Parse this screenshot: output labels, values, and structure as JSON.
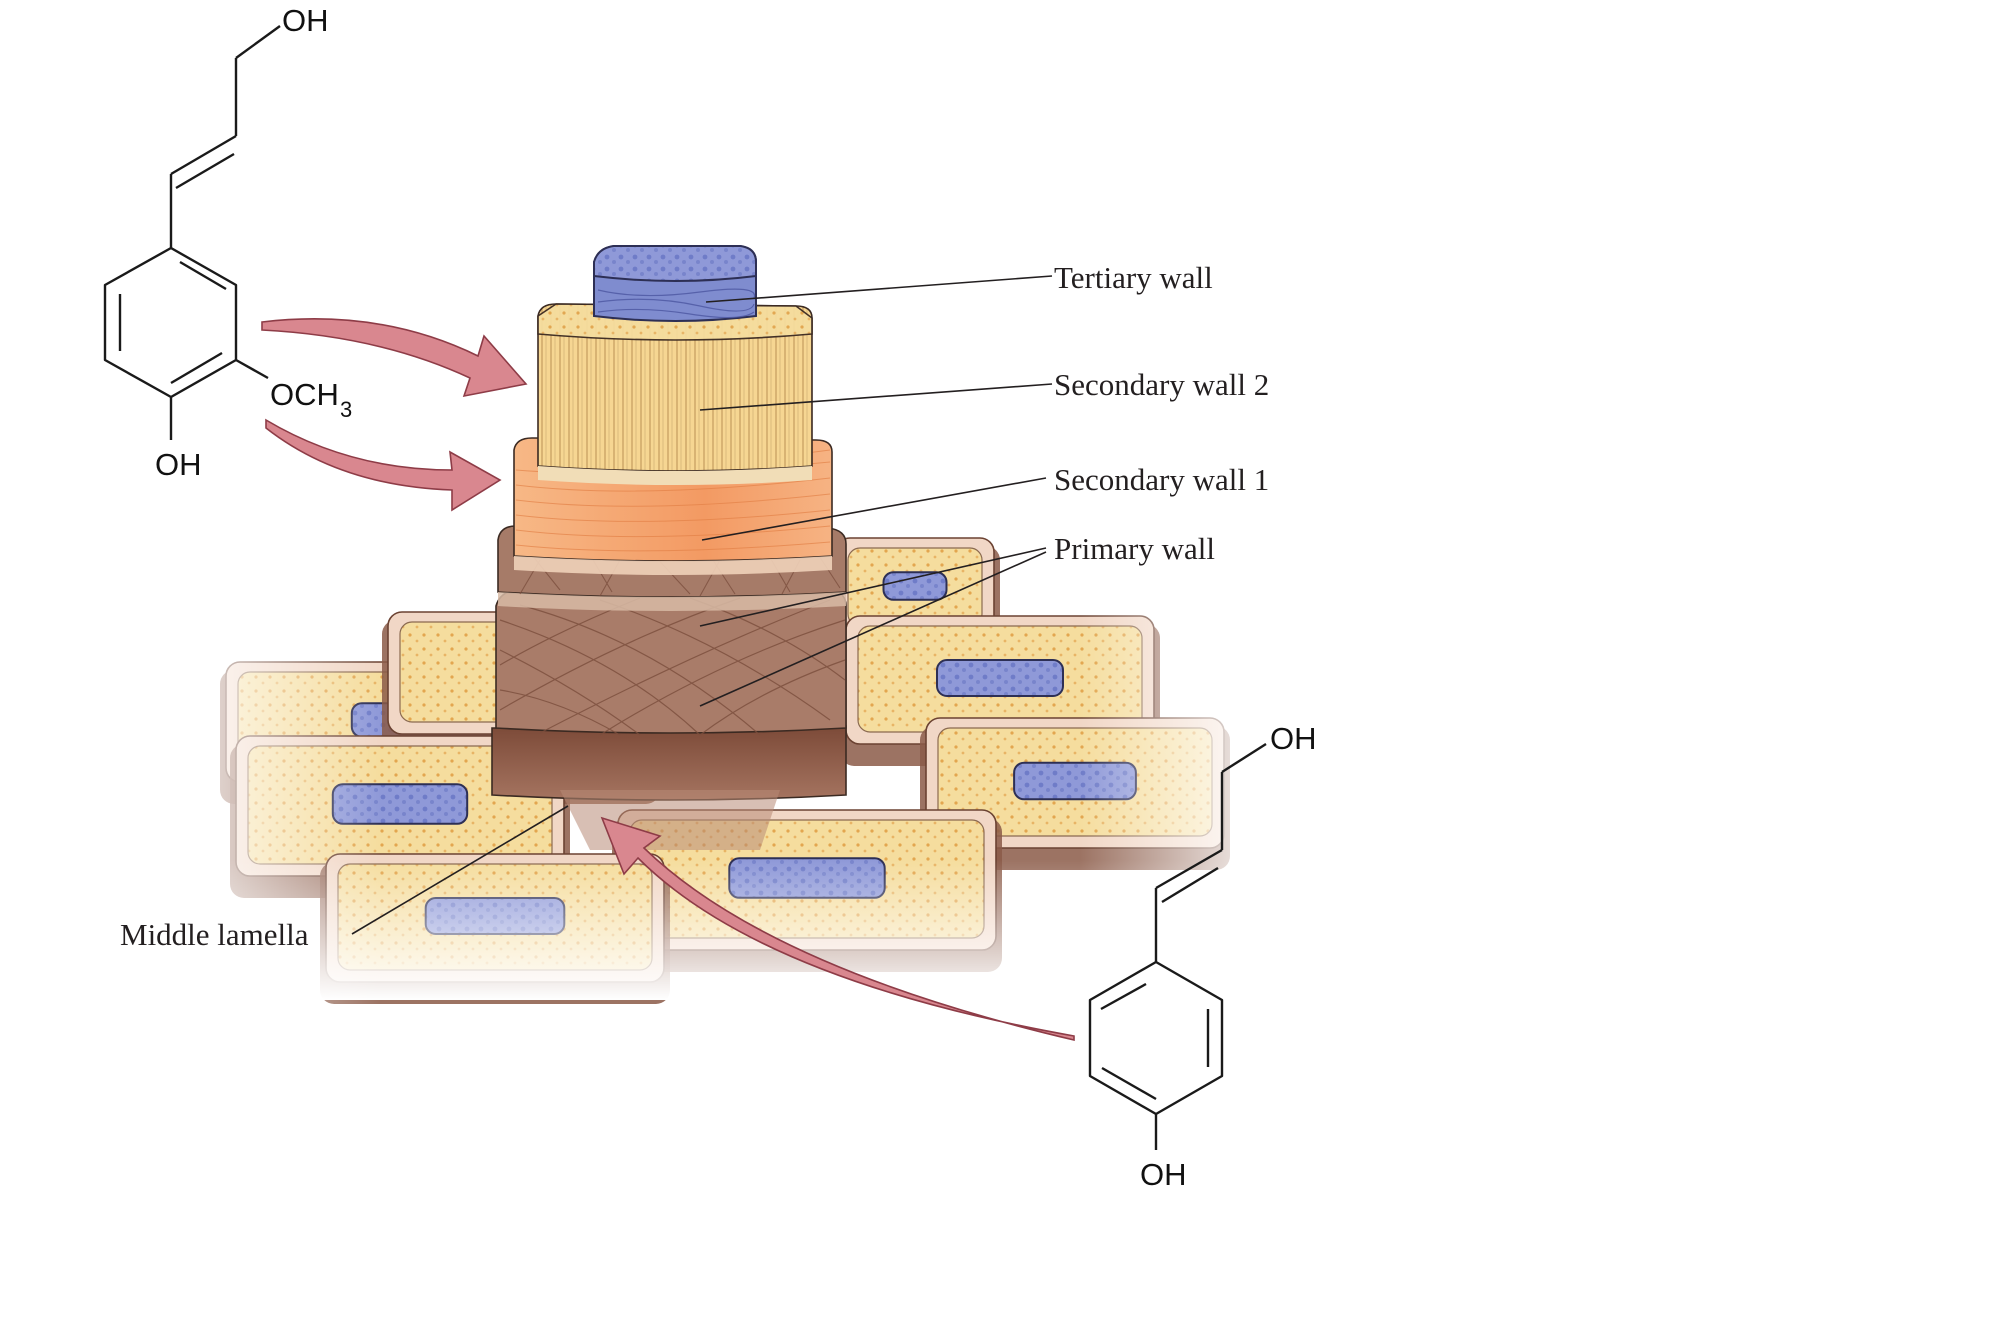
{
  "labels": {
    "tertiary_wall": "Tertiary wall",
    "secondary_wall_2": "Secondary wall 2",
    "secondary_wall_1": "Secondary wall 1",
    "primary_wall": "Primary wall",
    "middle_lamella": "Middle lamella"
  },
  "molecules": {
    "coniferyl_alcohol": {
      "hydroxyl_top": "OH",
      "methoxy_main": "OCH",
      "methoxy_subscript": "3",
      "hydroxyl_bottom": "OH"
    },
    "p_coumaryl_alcohol": {
      "hydroxyl_top": "OH",
      "hydroxyl_bottom": "OH"
    }
  },
  "colors": {
    "middle_lamella": "#8a5a48",
    "primary_wall": "#a67b68",
    "secondary_wall_1": "#f2a06a",
    "secondary_wall_2": "#f5d38f",
    "tertiary_wall": "#8894d2",
    "lumen": "#8f99d8",
    "arrow": "#d5808a"
  }
}
